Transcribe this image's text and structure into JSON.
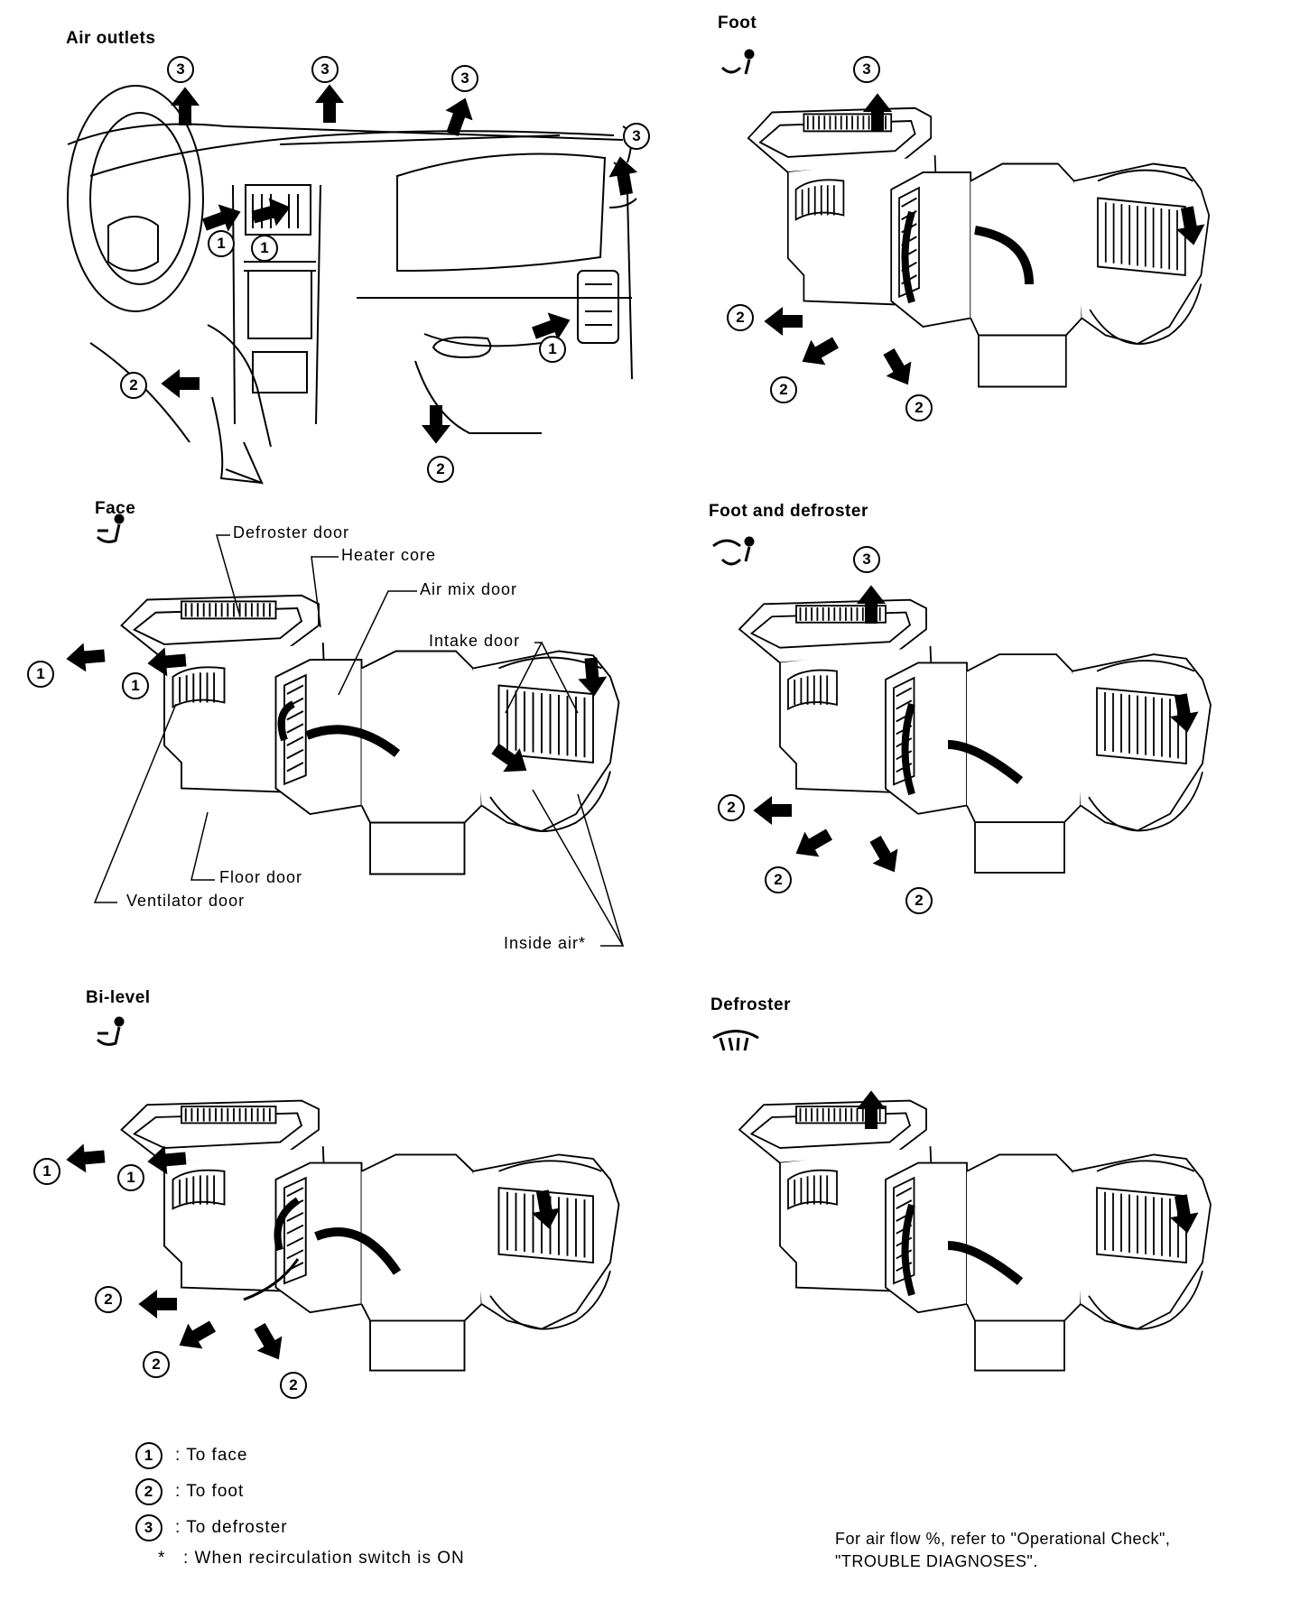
{
  "panels": {
    "air_outlets": {
      "title": "Air outlets"
    },
    "foot": {
      "title": "Foot"
    },
    "face": {
      "title": "Face"
    },
    "foot_defroster": {
      "title": "Foot and defroster"
    },
    "bi_level": {
      "title": "Bi-level"
    },
    "defroster": {
      "title": "Defroster"
    }
  },
  "callouts": {
    "defroster_door": "Defroster door",
    "heater_core": "Heater core",
    "air_mix_door": "Air mix door",
    "intake_door": "Intake door",
    "floor_door": "Floor door",
    "ventilator_door": "Ventilator door",
    "inside_air": "Inside air*"
  },
  "markers": {
    "one": "1",
    "two": "2",
    "three": "3"
  },
  "legend": {
    "face": ": To face",
    "foot": ": To foot",
    "defroster": ": To defroster",
    "asterisk_symbol": "*",
    "asterisk": ": When recirculation switch is ON"
  },
  "note": {
    "line1": "For air flow %, refer to \"Operational Check\",",
    "line2": "\"TROUBLE DIAGNOSES\"."
  }
}
